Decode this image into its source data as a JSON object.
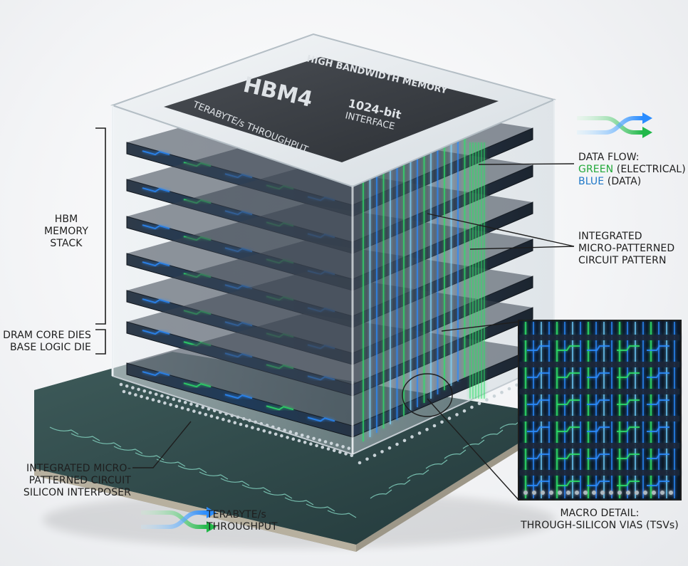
{
  "chip": {
    "header": "HIGH BANDWIDTH MEMORY",
    "model": "HBM4",
    "interface_bits": "1024-bit",
    "interface_word": "INTERFACE",
    "throughput": "TERABYTE/s THROUGHPUT"
  },
  "labels": {
    "memory_stack": [
      "HBM",
      "MEMORY",
      "STACK"
    ],
    "dram_core": "DRAM CORE DIES",
    "base_logic": "BASE LOGIC DIE",
    "interposer": [
      "INTEGRATED MICRO-",
      "PATTERNED CIRCUIT",
      "SILICON INTERPOSER"
    ],
    "data_flow_title": "DATA FLOW:",
    "data_flow_green": "GREEN",
    "data_flow_green_desc": " (ELECTRICAL) /",
    "data_flow_blue": "BLUE",
    "data_flow_blue_desc": " (DATA)",
    "circuit_pattern": [
      "INTEGRATED",
      "MICRO-PATTERNED",
      "CIRCUIT PATTERN"
    ],
    "throughput_legend": [
      "TERABYTE/s",
      "THROUGHPUT"
    ],
    "macro_detail": [
      "MACRO DETAIL:",
      "THROUGH-SILICON VIAS (TSVs)"
    ]
  },
  "colors": {
    "electrical": "#2ee06a",
    "data": "#2a8cff",
    "die": "#3a3f46",
    "substrate": "#2f4a4a"
  }
}
